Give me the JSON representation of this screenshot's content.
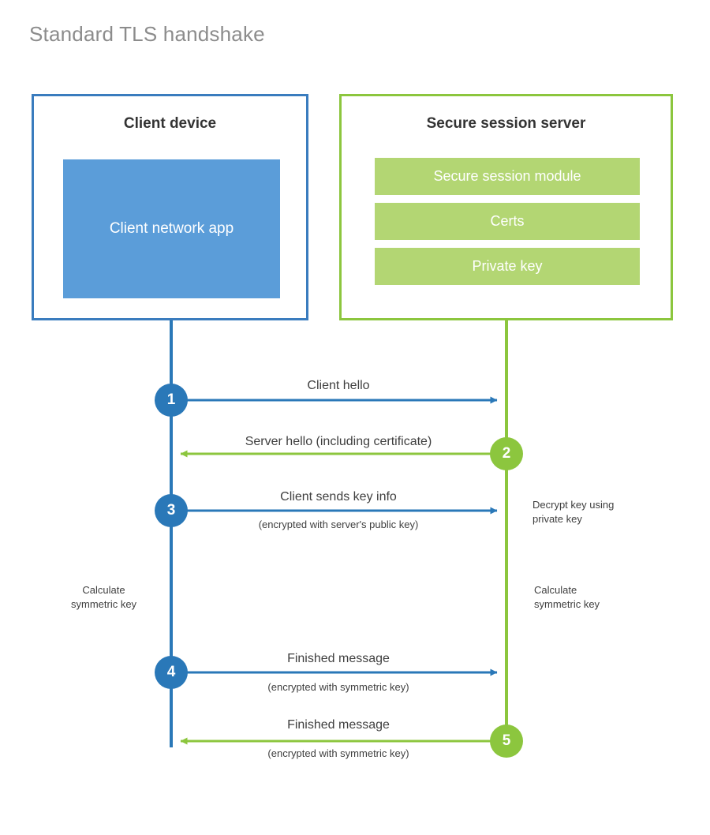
{
  "page": {
    "title": "Standard TLS handshake",
    "background": "#ffffff"
  },
  "colors": {
    "client_blue": "#2a78b8",
    "client_border": "#3a7cbe",
    "client_app_fill": "#5b9dd9",
    "server_green": "#8cc63e",
    "server_item_fill": "#b3d673",
    "label_text": "#3f3f3f",
    "title_text": "#8c8c8c"
  },
  "client": {
    "title": "Client device",
    "app_label": "Client network app"
  },
  "server": {
    "title": "Secure session server",
    "items": [
      {
        "label": "Secure session module"
      },
      {
        "label": "Certs"
      },
      {
        "label": "Private key"
      }
    ]
  },
  "steps": [
    {
      "number": "1",
      "actor": "client",
      "direction": "client-to-server",
      "label": "Client hello",
      "sublabel": ""
    },
    {
      "number": "2",
      "actor": "server",
      "direction": "server-to-client",
      "label": "Server hello (including certificate)",
      "sublabel": ""
    },
    {
      "number": "3",
      "actor": "client",
      "direction": "client-to-server",
      "label": "Client sends key info",
      "sublabel": "(encrypted with server's public key)"
    },
    {
      "number": "4",
      "actor": "client",
      "direction": "client-to-server",
      "label": "Finished message",
      "sublabel": "(encrypted with symmetric key)"
    },
    {
      "number": "5",
      "actor": "server",
      "direction": "server-to-client",
      "label": "Finished message",
      "sublabel": "(encrypted with symmetric key)"
    }
  ],
  "notes": {
    "server_decrypt": "Decrypt key using\nprivate key",
    "client_calculate": "Calculate\nsymmetric key",
    "server_calculate": "Calculate\nsymmetric key"
  }
}
